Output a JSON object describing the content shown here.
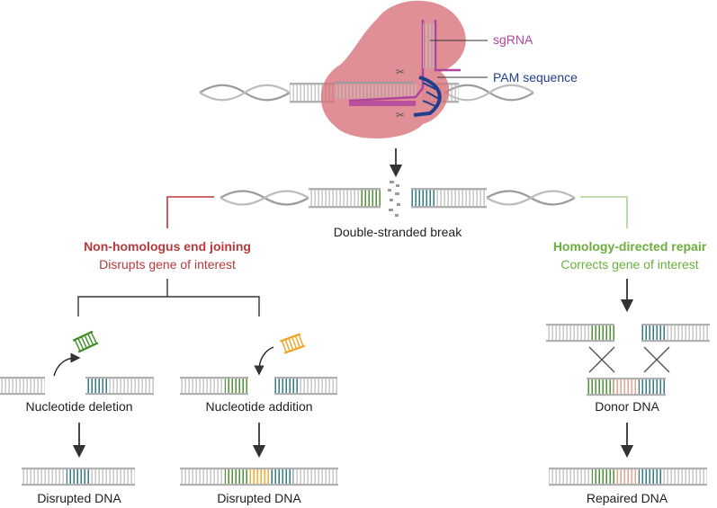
{
  "labels": {
    "sgrna": "sgRNA",
    "pam": "PAM sequence",
    "double_break": "Double-stranded break",
    "nhej_title": "Non-homologus end joining",
    "nhej_sub": "Disrupts gene of interest",
    "hdr_title": "Homology-directed repair",
    "hdr_sub": "Corrects gene of interest",
    "deletion": "Nucleotide deletion",
    "addition": "Nucleotide addition",
    "donor": "Donor DNA",
    "disrupted_1": "Disrupted DNA",
    "disrupted_2": "Disrupted DNA",
    "repaired": "Repaired DNA"
  },
  "colors": {
    "cas9": "#d9707a",
    "sgrna": "#b1459b",
    "pam": "#1f3f8c",
    "nhej": "#b8393b",
    "hdr": "#6aaf3c",
    "gene_green": "#3d8a23",
    "gene_teal": "#1f6f7c",
    "insert_orange": "#f0a321",
    "donor_salmon": "#e49a86",
    "dna_gray": "#b5b5b5",
    "arrow": "#333333"
  }
}
